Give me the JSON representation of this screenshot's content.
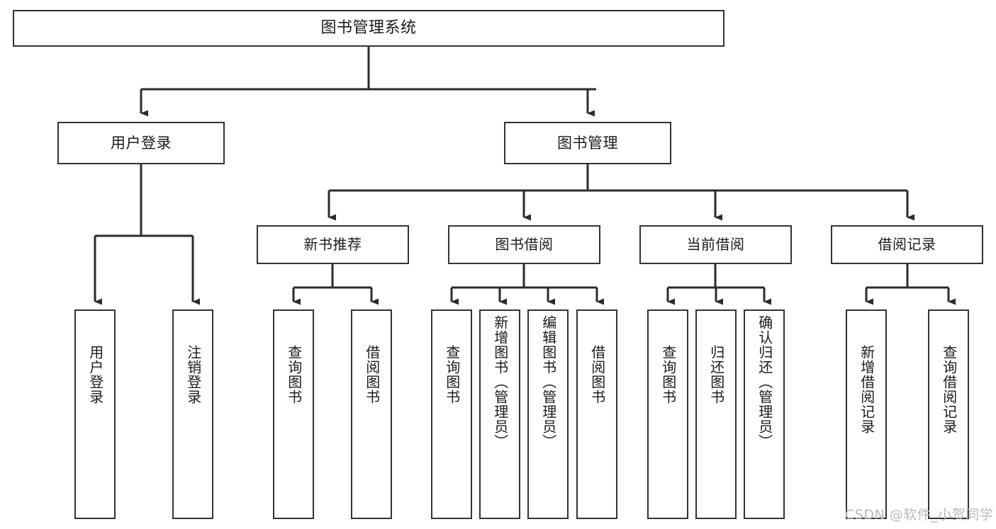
{
  "diagram": {
    "title": "图书管理系统",
    "type": "tree-hierarchy-chart",
    "watermark": "CSDN @软件_小贺同学",
    "colors": {
      "box_border": "#333333",
      "box_fill": "#ffffff",
      "connector": "#2b2b2b",
      "text": "#1a1a1a",
      "watermark": "#b9b9b9",
      "background": "#ffffff"
    },
    "root": {
      "label": "图书管理系统"
    },
    "level2": [
      {
        "label": "用户登录"
      },
      {
        "label": "图书管理"
      }
    ],
    "level3": [
      {
        "label": "新书推荐"
      },
      {
        "label": "图书借阅"
      },
      {
        "label": "当前借阅"
      },
      {
        "label": "借阅记录"
      }
    ],
    "leaves": {
      "user_login": [
        {
          "label": "用户登录"
        },
        {
          "label": "注销登录"
        }
      ],
      "new_book_recommend": [
        {
          "label": "查询图书"
        },
        {
          "label": "借阅图书"
        }
      ],
      "book_borrow": [
        {
          "label": "查询图书"
        },
        {
          "label": "新增图书（管理员）"
        },
        {
          "label": "编辑图书（管理员）"
        },
        {
          "label": "借阅图书"
        }
      ],
      "current_borrow": [
        {
          "label": "查询图书"
        },
        {
          "label": "归还图书"
        },
        {
          "label": "确认归还（管理员）"
        }
      ],
      "borrow_record": [
        {
          "label": "新增借阅记录"
        },
        {
          "label": "查询借阅记录"
        }
      ]
    }
  }
}
